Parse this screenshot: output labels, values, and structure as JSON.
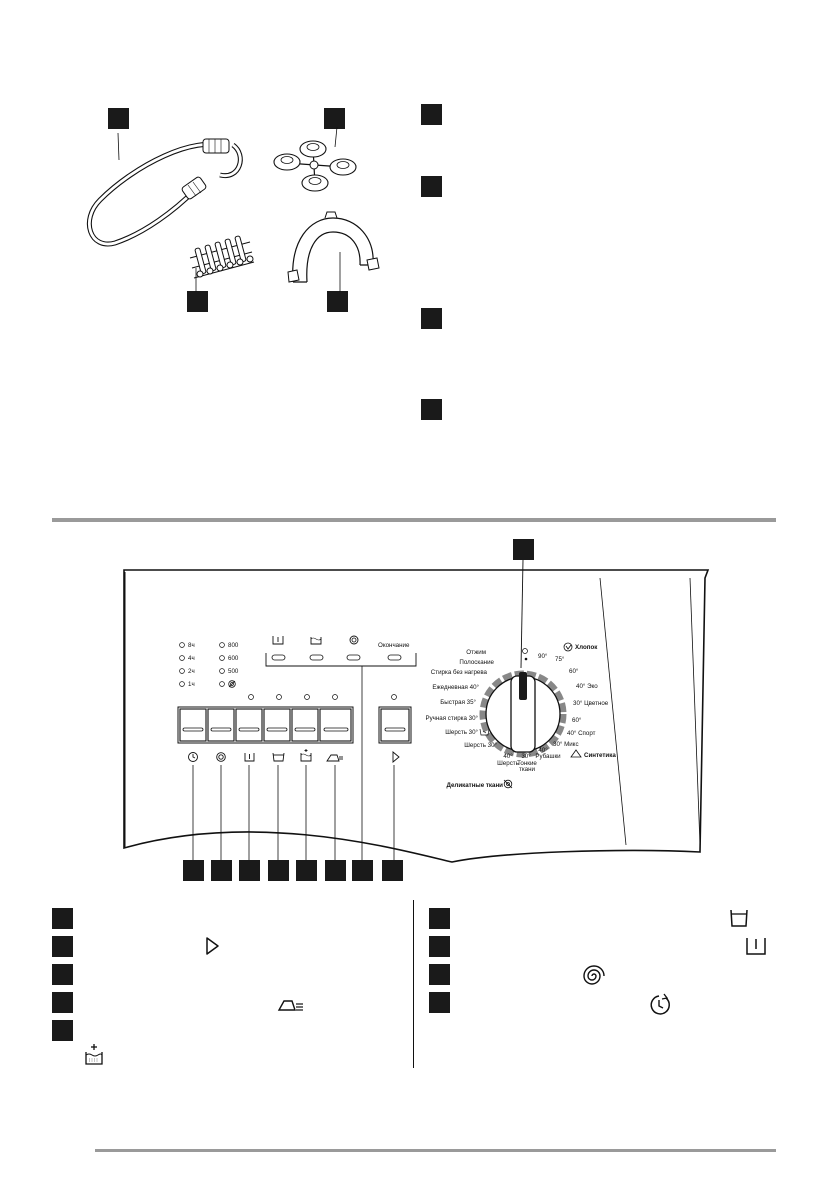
{
  "accessories": {
    "items": [
      {
        "name": "inlet-hose"
      },
      {
        "name": "anti-vibration-pads"
      },
      {
        "name": "screw-set"
      },
      {
        "name": "hose-guide"
      }
    ]
  },
  "panel": {
    "delay_options": [
      "8ч",
      "4ч",
      "2ч",
      "1ч"
    ],
    "spin_options": [
      "800",
      "600",
      "500"
    ],
    "phase_indicators": {
      "finish": "Окончание"
    },
    "programs": {
      "left": [
        "Отжим",
        "Полоскание",
        "Стирка без нагрева",
        "Ежедневная 40°",
        "Быстрая 35°",
        "Ручная стирка 30°",
        "Шерсть 30°",
        "Шерсть 30°"
      ],
      "bottom": [
        "40°",
        "Шерсть",
        "30°",
        "Тонкие",
        "ткани",
        "40°",
        "Рубашки"
      ],
      "delicate_label": "Деликатные ткани",
      "right": [
        "90°",
        "75°",
        "Хлопок",
        "60°",
        "40° Эко",
        "30° Цветное",
        "60°",
        "40° Спорт",
        "30° Микс",
        "Синтетика"
      ]
    }
  }
}
